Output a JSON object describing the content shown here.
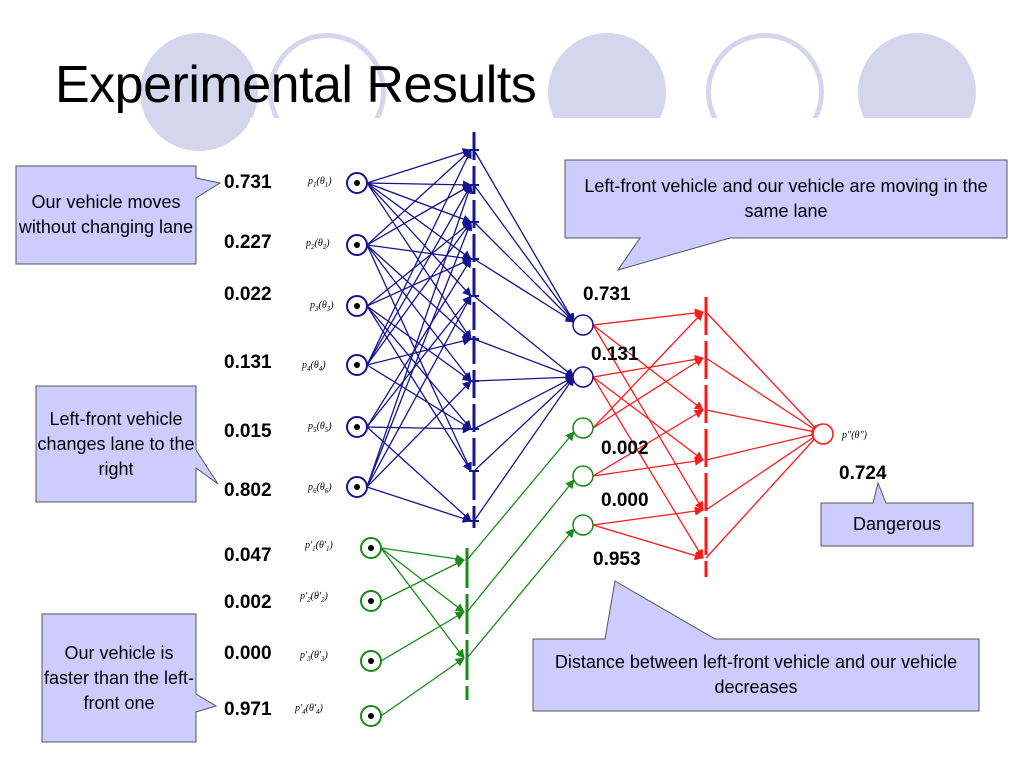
{
  "title": "Experimental Results",
  "colors": {
    "deco": "#d5d5ee",
    "callout_fill": "#ccccff",
    "blue": "#14148c",
    "green": "#1a8a1a",
    "red": "#ff1a1a"
  },
  "evidence": {
    "p_values": [
      "0.731",
      "0.227",
      "0.022",
      "0.131",
      "0.015",
      "0.802"
    ],
    "p_labels": [
      {
        "pre": "p",
        "sub": "1",
        "open": "(θ",
        "sub2": "1",
        "close": ")"
      },
      {
        "pre": "p",
        "sub": "2",
        "open": "(θ",
        "sub2": "2",
        "close": ")"
      },
      {
        "pre": "p",
        "sub": "3",
        "open": "(θ",
        "sub2": "3",
        "close": ")"
      },
      {
        "pre": "p",
        "sub": "4",
        "open": "(θ",
        "sub2": "4",
        "close": ")"
      },
      {
        "pre": "p",
        "sub": "5",
        "open": "(θ",
        "sub2": "5",
        "close": ")"
      },
      {
        "pre": "p",
        "sub": "6",
        "open": "(θ",
        "sub2": "6",
        "close": ")"
      }
    ],
    "pp_values": [
      "0.047",
      "0.002",
      "0.000",
      "0.971"
    ],
    "pp_labels": [
      {
        "pre": "p'",
        "sub": "1",
        "open": "(θ'",
        "sub2": "1",
        "close": ")"
      },
      {
        "pre": "p'",
        "sub": "2",
        "open": "(θ'",
        "sub2": "2",
        "close": ")"
      },
      {
        "pre": "p'",
        "sub": "3",
        "open": "(θ'",
        "sub2": "3",
        "close": ")"
      },
      {
        "pre": "p'",
        "sub": "4",
        "open": "(θ'",
        "sub2": "4",
        "close": ")"
      }
    ]
  },
  "middle": {
    "values": [
      "0.731",
      "0.131",
      "0.002",
      "0.000",
      "0.953"
    ]
  },
  "output": {
    "label": {
      "pre": "p\"",
      "open": "(θ\"",
      "close": ")"
    },
    "value": "0.724"
  },
  "callouts": {
    "c1": "Our vehicle moves without changing lane",
    "c2": "Left-front vehicle changes lane to the right",
    "c3": "Our vehicle is faster than the left- front one",
    "c4": "Left-front vehicle and our vehicle are moving in the same lane",
    "c5": "Distance between left-front vehicle and our vehicle decreases",
    "c6": "Dangerous"
  }
}
